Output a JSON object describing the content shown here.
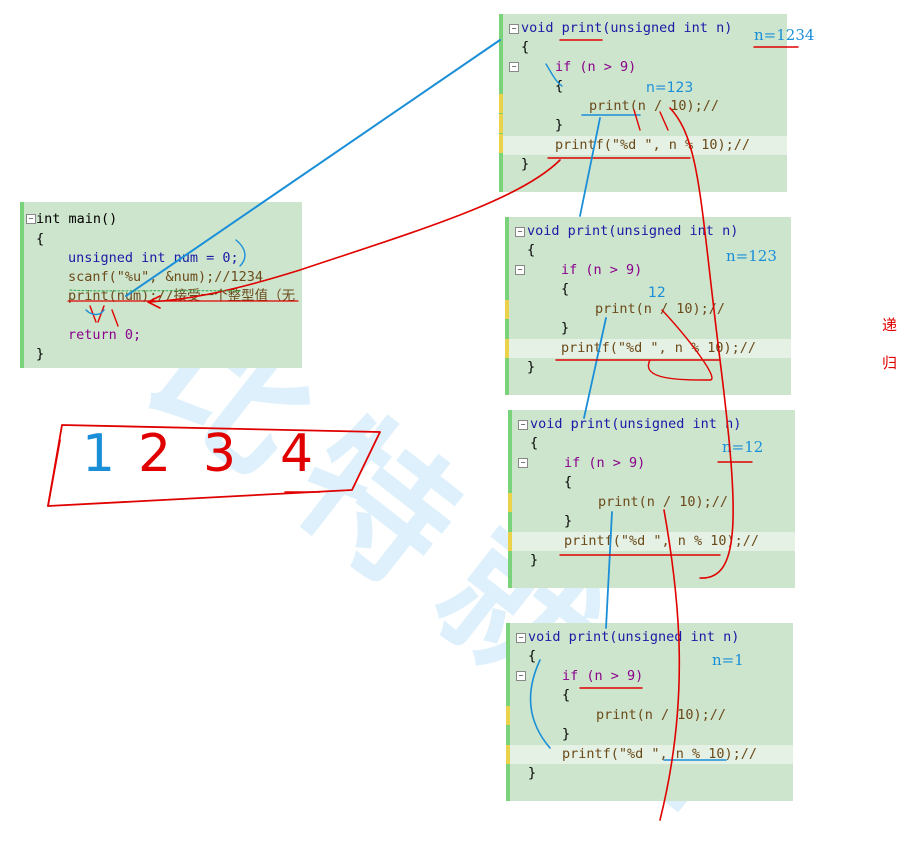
{
  "watermark": "比特就业",
  "main_panel": {
    "lines": [
      "int main()",
      "{",
      "unsigned int num = 0;",
      "scanf(\"%u\", &num);//1234",
      "print(num);//接受一个整型值（无",
      "",
      "return 0;",
      "}"
    ]
  },
  "frames": [
    {
      "sig": "void print(unsigned int n)",
      "open": "{",
      "if": "if (n > 9)",
      "brace_open": "{",
      "call": "print(n / 10);//",
      "brace_close": "}",
      "printf": "printf(\"%d \", n % 10);//",
      "close": "}",
      "label": "n=1234"
    },
    {
      "sig": "void print(unsigned int n)",
      "open": "{",
      "if": "if (n > 9)",
      "brace_open": "{",
      "call": "print(n / 10);//",
      "brace_close": "}",
      "printf": "printf(\"%d \", n % 10);//",
      "close": "}",
      "label": "n=123"
    },
    {
      "sig": "void print(unsigned int n)",
      "open": "{",
      "if": "if (n > 9)",
      "brace_open": "{",
      "call": "print(n / 10);//",
      "brace_close": "}",
      "printf": "printf(\"%d \", n % 10);//",
      "close": "}",
      "label": "n=12"
    },
    {
      "sig": "void print(unsigned int n)",
      "open": "{",
      "if": "if (n > 9)",
      "brace_open": "{",
      "call": "print(n / 10);//",
      "brace_close": "}",
      "printf": "printf(\"%d \", n % 10);//",
      "close": "}",
      "label": "n=1"
    }
  ],
  "annotations": {
    "output_digits": [
      "1",
      "2",
      "3",
      "4"
    ],
    "side_labels": [
      "递",
      "归"
    ],
    "handwritten_small": [
      "n=123",
      "12"
    ]
  },
  "colors": {
    "panel_bg": "#cde5cd",
    "panel_border": "#7ad37a",
    "ink_red": "#e00000",
    "ink_blue": "#1a8fd8"
  }
}
